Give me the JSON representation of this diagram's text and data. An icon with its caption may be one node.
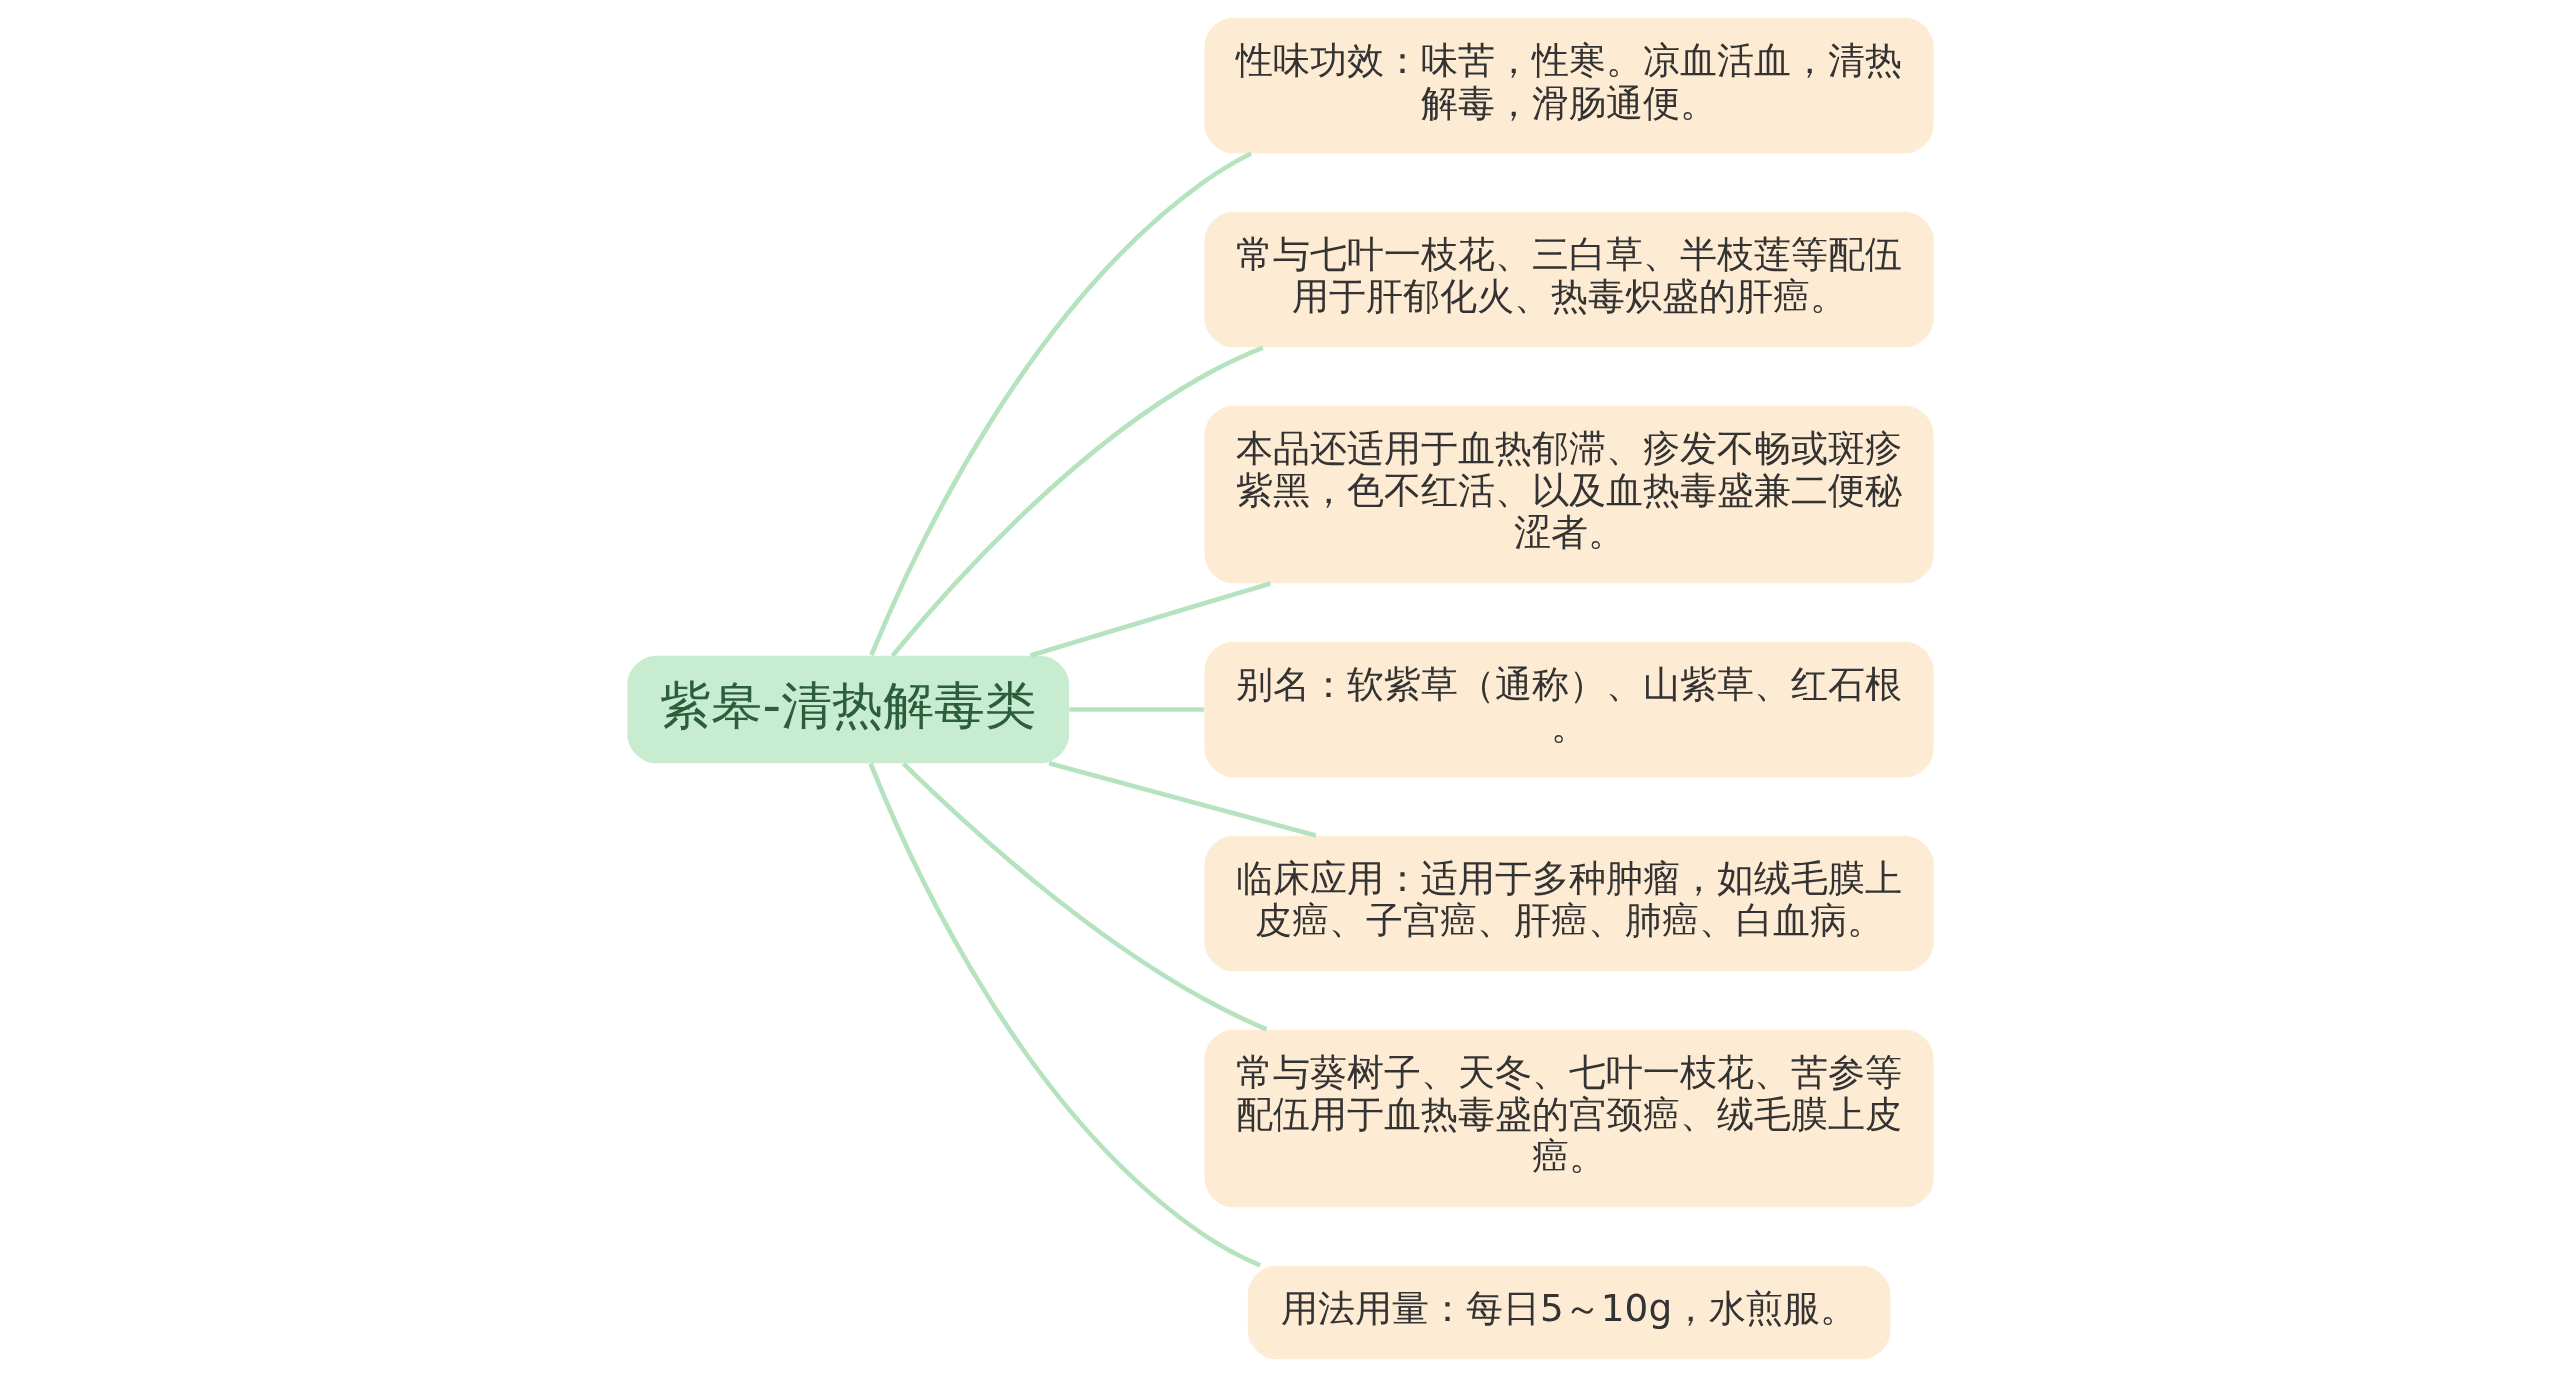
{
  "diagram": {
    "nodes": [
      {
        "text": [
          "紫皋-清热解毒类"
        ]
      },
      {
        "text": [
          "性味功效：味苦，性寒。凉血活血，清热解毒，滑肠通便。"
        ]
      },
      {
        "text": [
          "常与七叶一枝花、三白草、半枝莲等配伍用于肝郁化火、热毒炽盛的肝癌。"
        ]
      },
      {
        "text": [
          "本品还适用于血热郁滞、疹发不畅或斑疹紫黑，色不红活、以及血热毒盛兼二便秘涩者。"
        ]
      },
      {
        "text": [
          "别名：软紫草（通称）、山紫草、红石根。"
        ]
      },
      {
        "text": [
          "临床应用：适用于多种肿瘤，如绒毛膜上皮癌、子宫癌、肝癌、肺癌、白血病。"
        ]
      },
      {
        "text": [
          "常与葵树子、天冬、七叶一枝花、苦参等配伍用于血热毒盛的宫颈癌、绒毛膜上皮癌。"
        ]
      },
      {
        "text": [
          "用法用量：每日5～10g，水煎服。"
        ]
      }
    ],
    "edges": [
      {
        "from": 0,
        "to": 1,
        "arrow": "none"
      },
      {
        "from": 0,
        "to": 2,
        "arrow": "none"
      },
      {
        "from": 0,
        "to": 3,
        "arrow": "none"
      },
      {
        "from": 0,
        "to": 4,
        "arrow": "none"
      },
      {
        "from": 0,
        "to": 5,
        "arrow": "none"
      },
      {
        "from": 0,
        "to": 6,
        "arrow": "none"
      },
      {
        "from": 0,
        "to": 7,
        "arrow": "none"
      }
    ]
  }
}
